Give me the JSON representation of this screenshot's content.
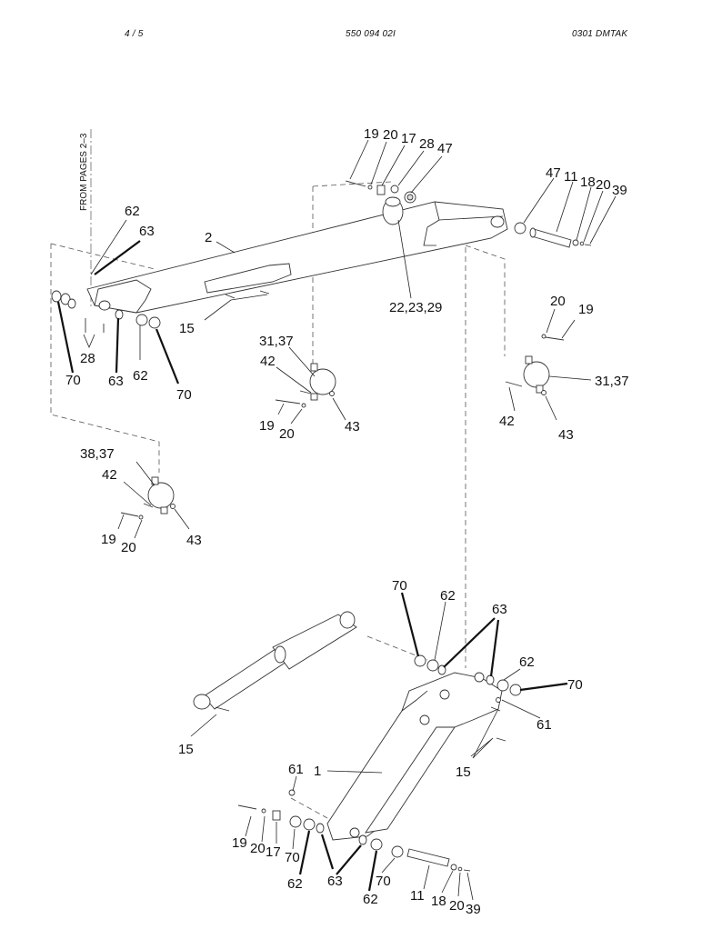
{
  "header": {
    "page": "4 / 5",
    "doc_number": "550 094 02I",
    "revision": "0301   DMTAK"
  },
  "side_note": "FROM PAGES 2–3",
  "labels": {
    "t19": "19",
    "t20": "20",
    "t17": "17",
    "t28": "28",
    "t47": "47",
    "r47": "47",
    "r11": "11",
    "r18": "18",
    "r20": "20",
    "r39": "39",
    "l62": "62",
    "l63": "63",
    "l2": "2",
    "c222329": "22,23,29",
    "lb28": "28",
    "lb70a": "70",
    "lb63": "63",
    "lb62": "62",
    "lb70b": "70",
    "lb15": "15",
    "m3137": "31,37",
    "m42": "42",
    "m19": "19",
    "m20": "20",
    "m43": "43",
    "r20b": "20",
    "r19b": "19",
    "r3137": "31,37",
    "r42": "42",
    "r43": "43",
    "b3837": "38,37",
    "b42": "42",
    "b19": "19",
    "b20": "20",
    "b43": "43",
    "u70": "70",
    "u62": "62",
    "u63": "63",
    "u62b": "62",
    "u70b": "70",
    "u61": "61",
    "u15": "15",
    "u15b": "15",
    "u61b": "61",
    "u1": "1",
    "d19": "19",
    "d20": "20",
    "d17": "17",
    "d70": "70",
    "d62": "62",
    "d63": "63",
    "d70b": "70",
    "d62b": "62",
    "d11": "11",
    "d18": "18",
    "d20b": "20",
    "d39": "39"
  }
}
